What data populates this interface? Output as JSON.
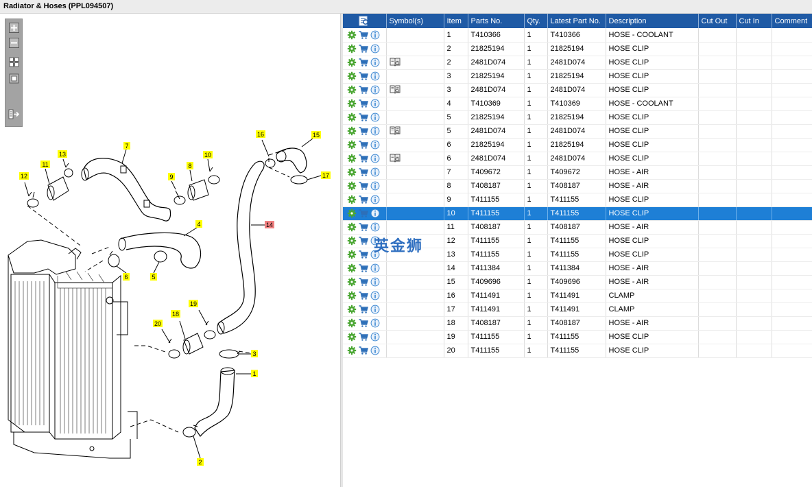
{
  "window": {
    "title": "Radiator & Hoses (PPL094507)"
  },
  "toolbar": {
    "buttons": [
      {
        "name": "zoom-in-button",
        "icon": "zoom-in-icon"
      },
      {
        "name": "zoom-out-button",
        "icon": "zoom-out-icon"
      },
      {
        "name": "fit-all-button",
        "icon": "fit-all-icon"
      },
      {
        "name": "actual-size-button",
        "icon": "actual-size-icon"
      },
      {
        "name": "export-button",
        "icon": "export-arrow-icon"
      }
    ]
  },
  "diagram": {
    "callouts": [
      "1",
      "2",
      "3",
      "4",
      "5",
      "6",
      "7",
      "8",
      "9",
      "10",
      "11",
      "12",
      "13",
      "14",
      "15",
      "16",
      "17",
      "18",
      "19",
      "20"
    ],
    "highlighted_callout": "14",
    "callout_color": "#ffff00",
    "highlight_color": "#f08080"
  },
  "table": {
    "columns": [
      "Symbol(s)",
      "Item",
      "Parts No.",
      "Qty.",
      "Latest Part No.",
      "Description",
      "Cut Out",
      "Cut In",
      "Comment"
    ],
    "header_search_icon": "search-list-icon",
    "row_icons": [
      "gear-icon",
      "cart-icon",
      "info-icon"
    ],
    "symbol_icon": "book-icon",
    "selected_row": 13,
    "rows": [
      {
        "symbol": false,
        "item": "1",
        "part": "T410366",
        "qty": "1",
        "latest": "T410366",
        "desc": "HOSE - COOLANT"
      },
      {
        "symbol": false,
        "item": "2",
        "part": "21825194",
        "qty": "1",
        "latest": "21825194",
        "desc": "HOSE CLIP"
      },
      {
        "symbol": true,
        "item": "2",
        "part": "2481D074",
        "qty": "1",
        "latest": "2481D074",
        "desc": "HOSE CLIP"
      },
      {
        "symbol": false,
        "item": "3",
        "part": "21825194",
        "qty": "1",
        "latest": "21825194",
        "desc": "HOSE CLIP"
      },
      {
        "symbol": true,
        "item": "3",
        "part": "2481D074",
        "qty": "1",
        "latest": "2481D074",
        "desc": "HOSE CLIP"
      },
      {
        "symbol": false,
        "item": "4",
        "part": "T410369",
        "qty": "1",
        "latest": "T410369",
        "desc": "HOSE - COOLANT"
      },
      {
        "symbol": false,
        "item": "5",
        "part": "21825194",
        "qty": "1",
        "latest": "21825194",
        "desc": "HOSE CLIP"
      },
      {
        "symbol": true,
        "item": "5",
        "part": "2481D074",
        "qty": "1",
        "latest": "2481D074",
        "desc": "HOSE CLIP"
      },
      {
        "symbol": false,
        "item": "6",
        "part": "21825194",
        "qty": "1",
        "latest": "21825194",
        "desc": "HOSE CLIP"
      },
      {
        "symbol": true,
        "item": "6",
        "part": "2481D074",
        "qty": "1",
        "latest": "2481D074",
        "desc": "HOSE CLIP"
      },
      {
        "symbol": false,
        "item": "7",
        "part": "T409672",
        "qty": "1",
        "latest": "T409672",
        "desc": "HOSE - AIR"
      },
      {
        "symbol": false,
        "item": "8",
        "part": "T408187",
        "qty": "1",
        "latest": "T408187",
        "desc": "HOSE - AIR"
      },
      {
        "symbol": false,
        "item": "9",
        "part": "T411155",
        "qty": "1",
        "latest": "T411155",
        "desc": "HOSE CLIP"
      },
      {
        "symbol": false,
        "item": "10",
        "part": "T411155",
        "qty": "1",
        "latest": "T411155",
        "desc": "HOSE CLIP"
      },
      {
        "symbol": false,
        "item": "11",
        "part": "T408187",
        "qty": "1",
        "latest": "T408187",
        "desc": "HOSE - AIR"
      },
      {
        "symbol": false,
        "item": "12",
        "part": "T411155",
        "qty": "1",
        "latest": "T411155",
        "desc": "HOSE CLIP"
      },
      {
        "symbol": false,
        "item": "13",
        "part": "T411155",
        "qty": "1",
        "latest": "T411155",
        "desc": "HOSE CLIP"
      },
      {
        "symbol": false,
        "item": "14",
        "part": "T411384",
        "qty": "1",
        "latest": "T411384",
        "desc": "HOSE - AIR"
      },
      {
        "symbol": false,
        "item": "15",
        "part": "T409696",
        "qty": "1",
        "latest": "T409696",
        "desc": "HOSE - AIR"
      },
      {
        "symbol": false,
        "item": "16",
        "part": "T411491",
        "qty": "1",
        "latest": "T411491",
        "desc": "CLAMP"
      },
      {
        "symbol": false,
        "item": "17",
        "part": "T411491",
        "qty": "1",
        "latest": "T411491",
        "desc": "CLAMP"
      },
      {
        "symbol": false,
        "item": "18",
        "part": "T408187",
        "qty": "1",
        "latest": "T408187",
        "desc": "HOSE - AIR"
      },
      {
        "symbol": false,
        "item": "19",
        "part": "T411155",
        "qty": "1",
        "latest": "T411155",
        "desc": "HOSE CLIP"
      },
      {
        "symbol": false,
        "item": "20",
        "part": "T411155",
        "qty": "1",
        "latest": "T411155",
        "desc": "HOSE CLIP"
      }
    ]
  },
  "watermark": "英金狮",
  "colors": {
    "header_bg": "#1f5aa5",
    "selected_row_bg": "#1e7fd6",
    "gear_green": "#4aa632",
    "cart_blue": "#2d6fb8",
    "info_blue": "#3a86d1"
  }
}
